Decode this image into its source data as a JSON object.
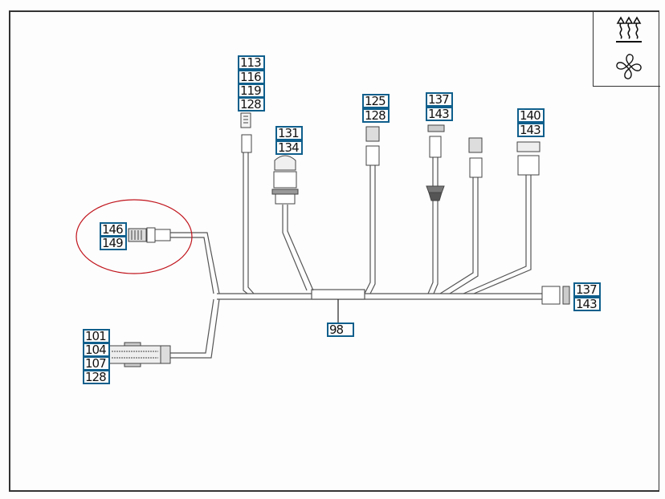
{
  "diagram": {
    "type": "wiring-harness-diagram",
    "legend_icons": [
      {
        "name": "heater-icon",
        "meaning": "heating"
      },
      {
        "name": "fan-icon",
        "meaning": "ventilation"
      }
    ],
    "highlight": {
      "color": "#c0141c",
      "targets": [
        "146",
        "149"
      ]
    },
    "callout_color": "#0f5f8c",
    "callouts": {
      "main_harness": "98",
      "c_113": "113",
      "c_116": "116",
      "c_119": "119",
      "c_128a": "128",
      "c_131": "131",
      "c_134": "134",
      "c_125": "125",
      "c_128b": "128",
      "c_137a": "137",
      "c_143a": "143",
      "c_140": "140",
      "c_143b": "143",
      "c_137b": "137",
      "c_143c": "143",
      "c_146": "146",
      "c_149": "149",
      "c_101": "101",
      "c_104": "104",
      "c_107": "107",
      "c_128c": "128"
    }
  }
}
